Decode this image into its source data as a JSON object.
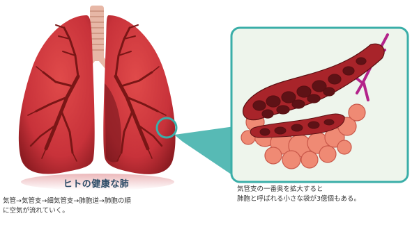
{
  "title": "ヒトの健康な肺",
  "caption_left": [
    "気管→気管支→細気管支→肺胞道→肺胞の順",
    "に空気が流れていく。"
  ],
  "caption_right": [
    "気管支の一番奥を拡大すると",
    "肺胞と呼ばれる小さな袋が3億個もある。"
  ],
  "colors": {
    "lung": "#c8323a",
    "lung_dark": "#8e1c22",
    "airway": "#7a1616",
    "trachea": "#e7b7a6",
    "inset_border": "#3aaea8",
    "inset_bg": "#eef5ec",
    "alveoli": "#ef8a74",
    "vessel": "#b3238a"
  },
  "icons": [
    "lungs-illustration",
    "alveoli-illustration",
    "zoom-circle"
  ]
}
